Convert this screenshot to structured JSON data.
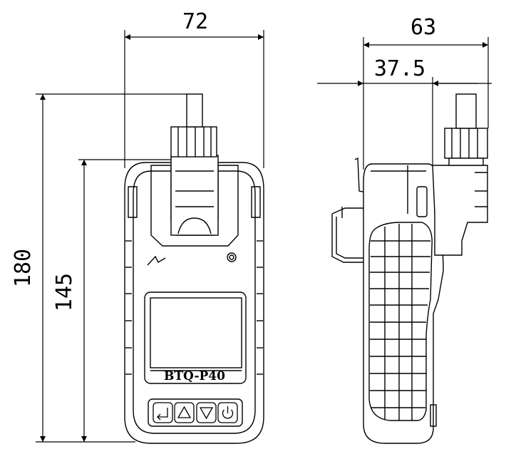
{
  "dimensions": {
    "width_front": "72",
    "depth_total": "63",
    "depth_partial": "37.5",
    "height_total": "180",
    "height_body": "145"
  },
  "device": {
    "model_label": "BTQ-P40",
    "buttons": [
      {
        "icon": "enter-icon"
      },
      {
        "icon": "triangle-up-icon"
      },
      {
        "icon": "triangle-down-icon"
      },
      {
        "icon": "power-icon"
      }
    ]
  },
  "colors": {
    "line": "#000000",
    "background": "#ffffff"
  }
}
